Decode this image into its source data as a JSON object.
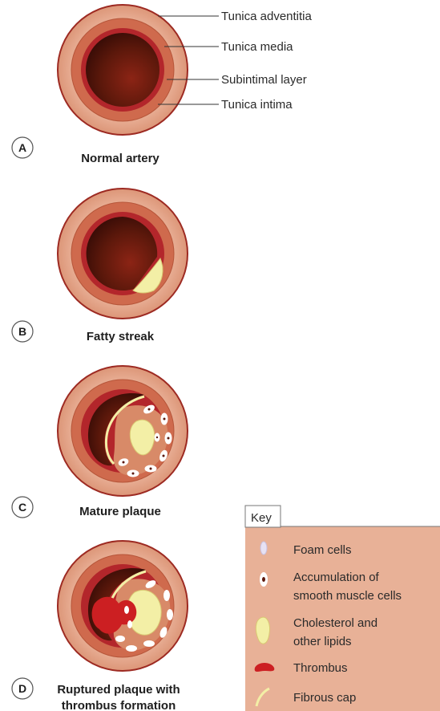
{
  "labels": {
    "tunica_adventitia": "Tunica adventitia",
    "tunica_media": "Tunica media",
    "subintimal_layer": "Subintimal layer",
    "tunica_intima": "Tunica intima"
  },
  "panels": [
    {
      "letter": "A",
      "caption": "Normal artery"
    },
    {
      "letter": "B",
      "caption": "Fatty streak"
    },
    {
      "letter": "C",
      "caption": "Mature plaque"
    },
    {
      "letter": "D",
      "caption_line1": "Ruptured plaque with",
      "caption_line2": "thrombus formation"
    }
  ],
  "key": {
    "title": "Key",
    "items": [
      {
        "label": "Foam cells",
        "icon": "foam-cell-icon"
      },
      {
        "label_line1": "Accumulation of",
        "label_line2": "smooth muscle cells",
        "icon": "smooth-muscle-cell-icon"
      },
      {
        "label_line1": "Cholesterol and",
        "label_line2": "other lipids",
        "icon": "lipid-icon"
      },
      {
        "label": "Thrombus",
        "icon": "thrombus-icon"
      },
      {
        "label": "Fibrous cap",
        "icon": "fibrous-cap-icon"
      }
    ]
  },
  "colors": {
    "adventitia": "#e6a58a",
    "media": "#c95f44",
    "intima": "#b3262b",
    "lumen": "#4a1208",
    "lipid": "#f3efa6",
    "thrombus": "#cc1f22",
    "key_bg": "#e8b197"
  }
}
